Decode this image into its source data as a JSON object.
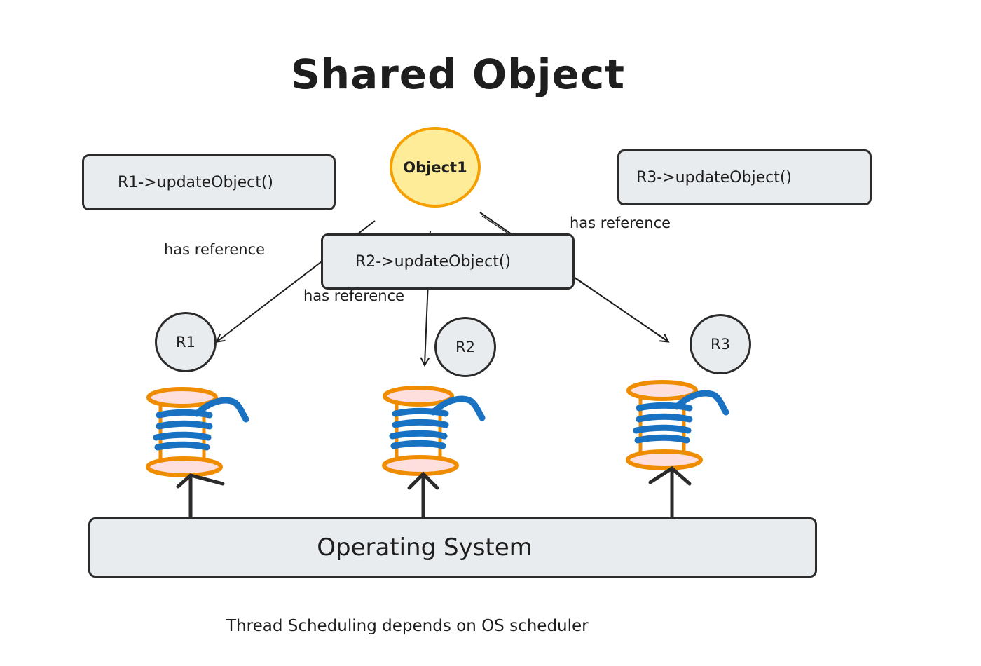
{
  "title": "Shared Object",
  "object": {
    "label": "Object1",
    "fill": "#ffec99",
    "stroke": "#f59f00"
  },
  "calls": [
    {
      "id": "r1",
      "label": "R1->updateObject()"
    },
    {
      "id": "r2",
      "label": "R2->updateObject()"
    },
    {
      "id": "r3",
      "label": "R3->updateObject()"
    }
  ],
  "runnables": [
    {
      "id": "r1",
      "label": "R1"
    },
    {
      "id": "r2",
      "label": "R2"
    },
    {
      "id": "r3",
      "label": "R3"
    }
  ],
  "references": [
    {
      "label": "has reference"
    },
    {
      "label": "has reference"
    },
    {
      "label": "has reference"
    }
  ],
  "os": {
    "label": "Operating System"
  },
  "caption": "Thread Scheduling depends on OS scheduler",
  "colors": {
    "box_fill": "#e9ecef",
    "stroke": "#2b2b2b",
    "spool_orange": "#f08c00",
    "spool_pink": "#ffdede",
    "thread_blue": "#1971c2"
  }
}
